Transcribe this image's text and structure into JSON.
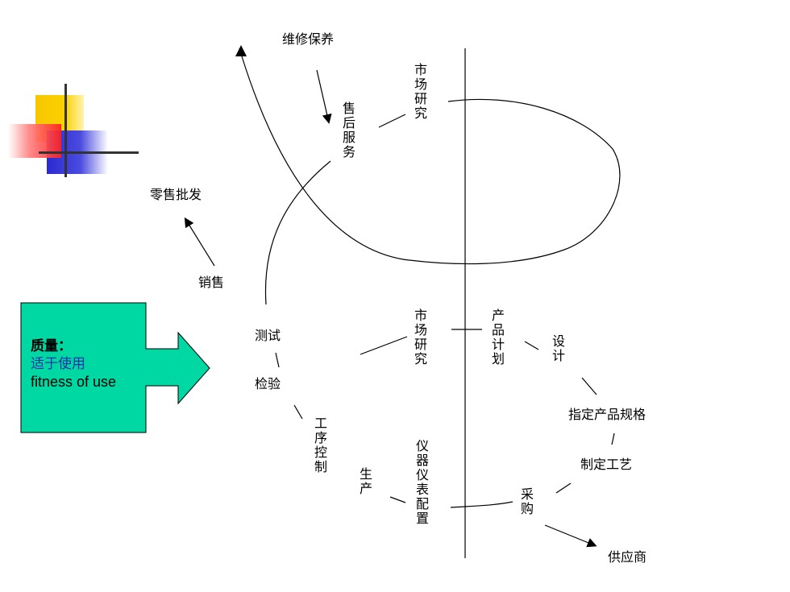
{
  "labels": {
    "maintenance": "维修保养",
    "after_sales": "售后服务",
    "market_research_top": "市场研究",
    "retail": "零售批发",
    "sales": "销售",
    "testing": "测试",
    "inspection": "检验",
    "process_control": "工序控制",
    "production": "生产",
    "instruments": "仪器仪表配置",
    "market_research_mid": "市场研究",
    "product_plan": "产品计划",
    "design": "设计",
    "spec": "指定产品规格",
    "process": "制定工艺",
    "purchasing": "采购",
    "supplier": "供应商"
  },
  "callout": {
    "title": "质量：",
    "cn": "适于使用",
    "en": "fitness of use"
  },
  "colors": {
    "callout_fill": "#00d8a4",
    "line": "#000000"
  }
}
